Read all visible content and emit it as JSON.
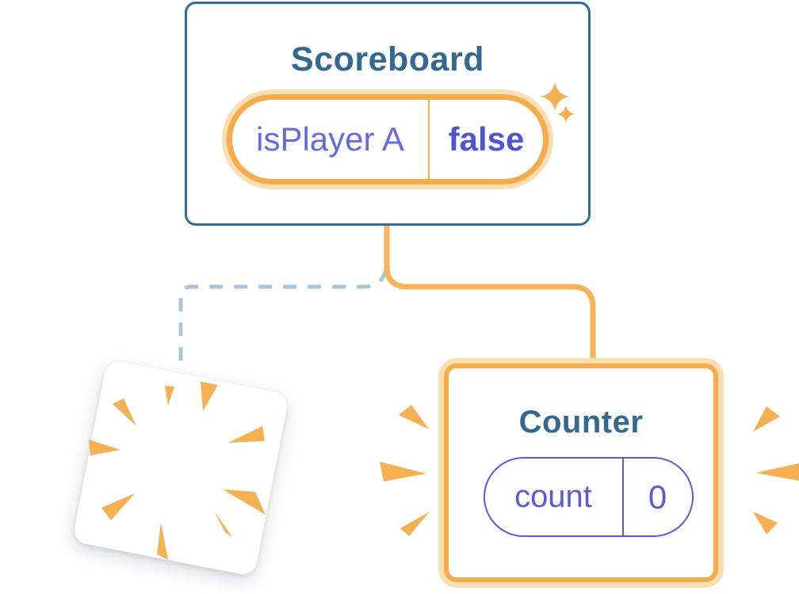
{
  "scoreboard": {
    "title": "Scoreboard",
    "state": {
      "key": "isPlayer A",
      "value": "false"
    }
  },
  "counter": {
    "title": "Counter",
    "state": {
      "key": "count",
      "value": "0"
    }
  },
  "icons": {
    "sparkle": "sparkle-icon",
    "poof": "poof-icon",
    "emphasis": "emphasis-rays-icon"
  },
  "colors": {
    "accent_orange": "#F6AC4D",
    "orange_glow": "#FBDFB1",
    "connector_orange": "#F7B459",
    "card_blue": "#2E6E9E",
    "title_blue": "#34688F",
    "purple": "#666BE0",
    "purple_bold": "#5153D3",
    "pill_purple": "#5B5BD6",
    "dashed_blue": "#A8C4DB",
    "ray_orange": "#F6B054"
  }
}
